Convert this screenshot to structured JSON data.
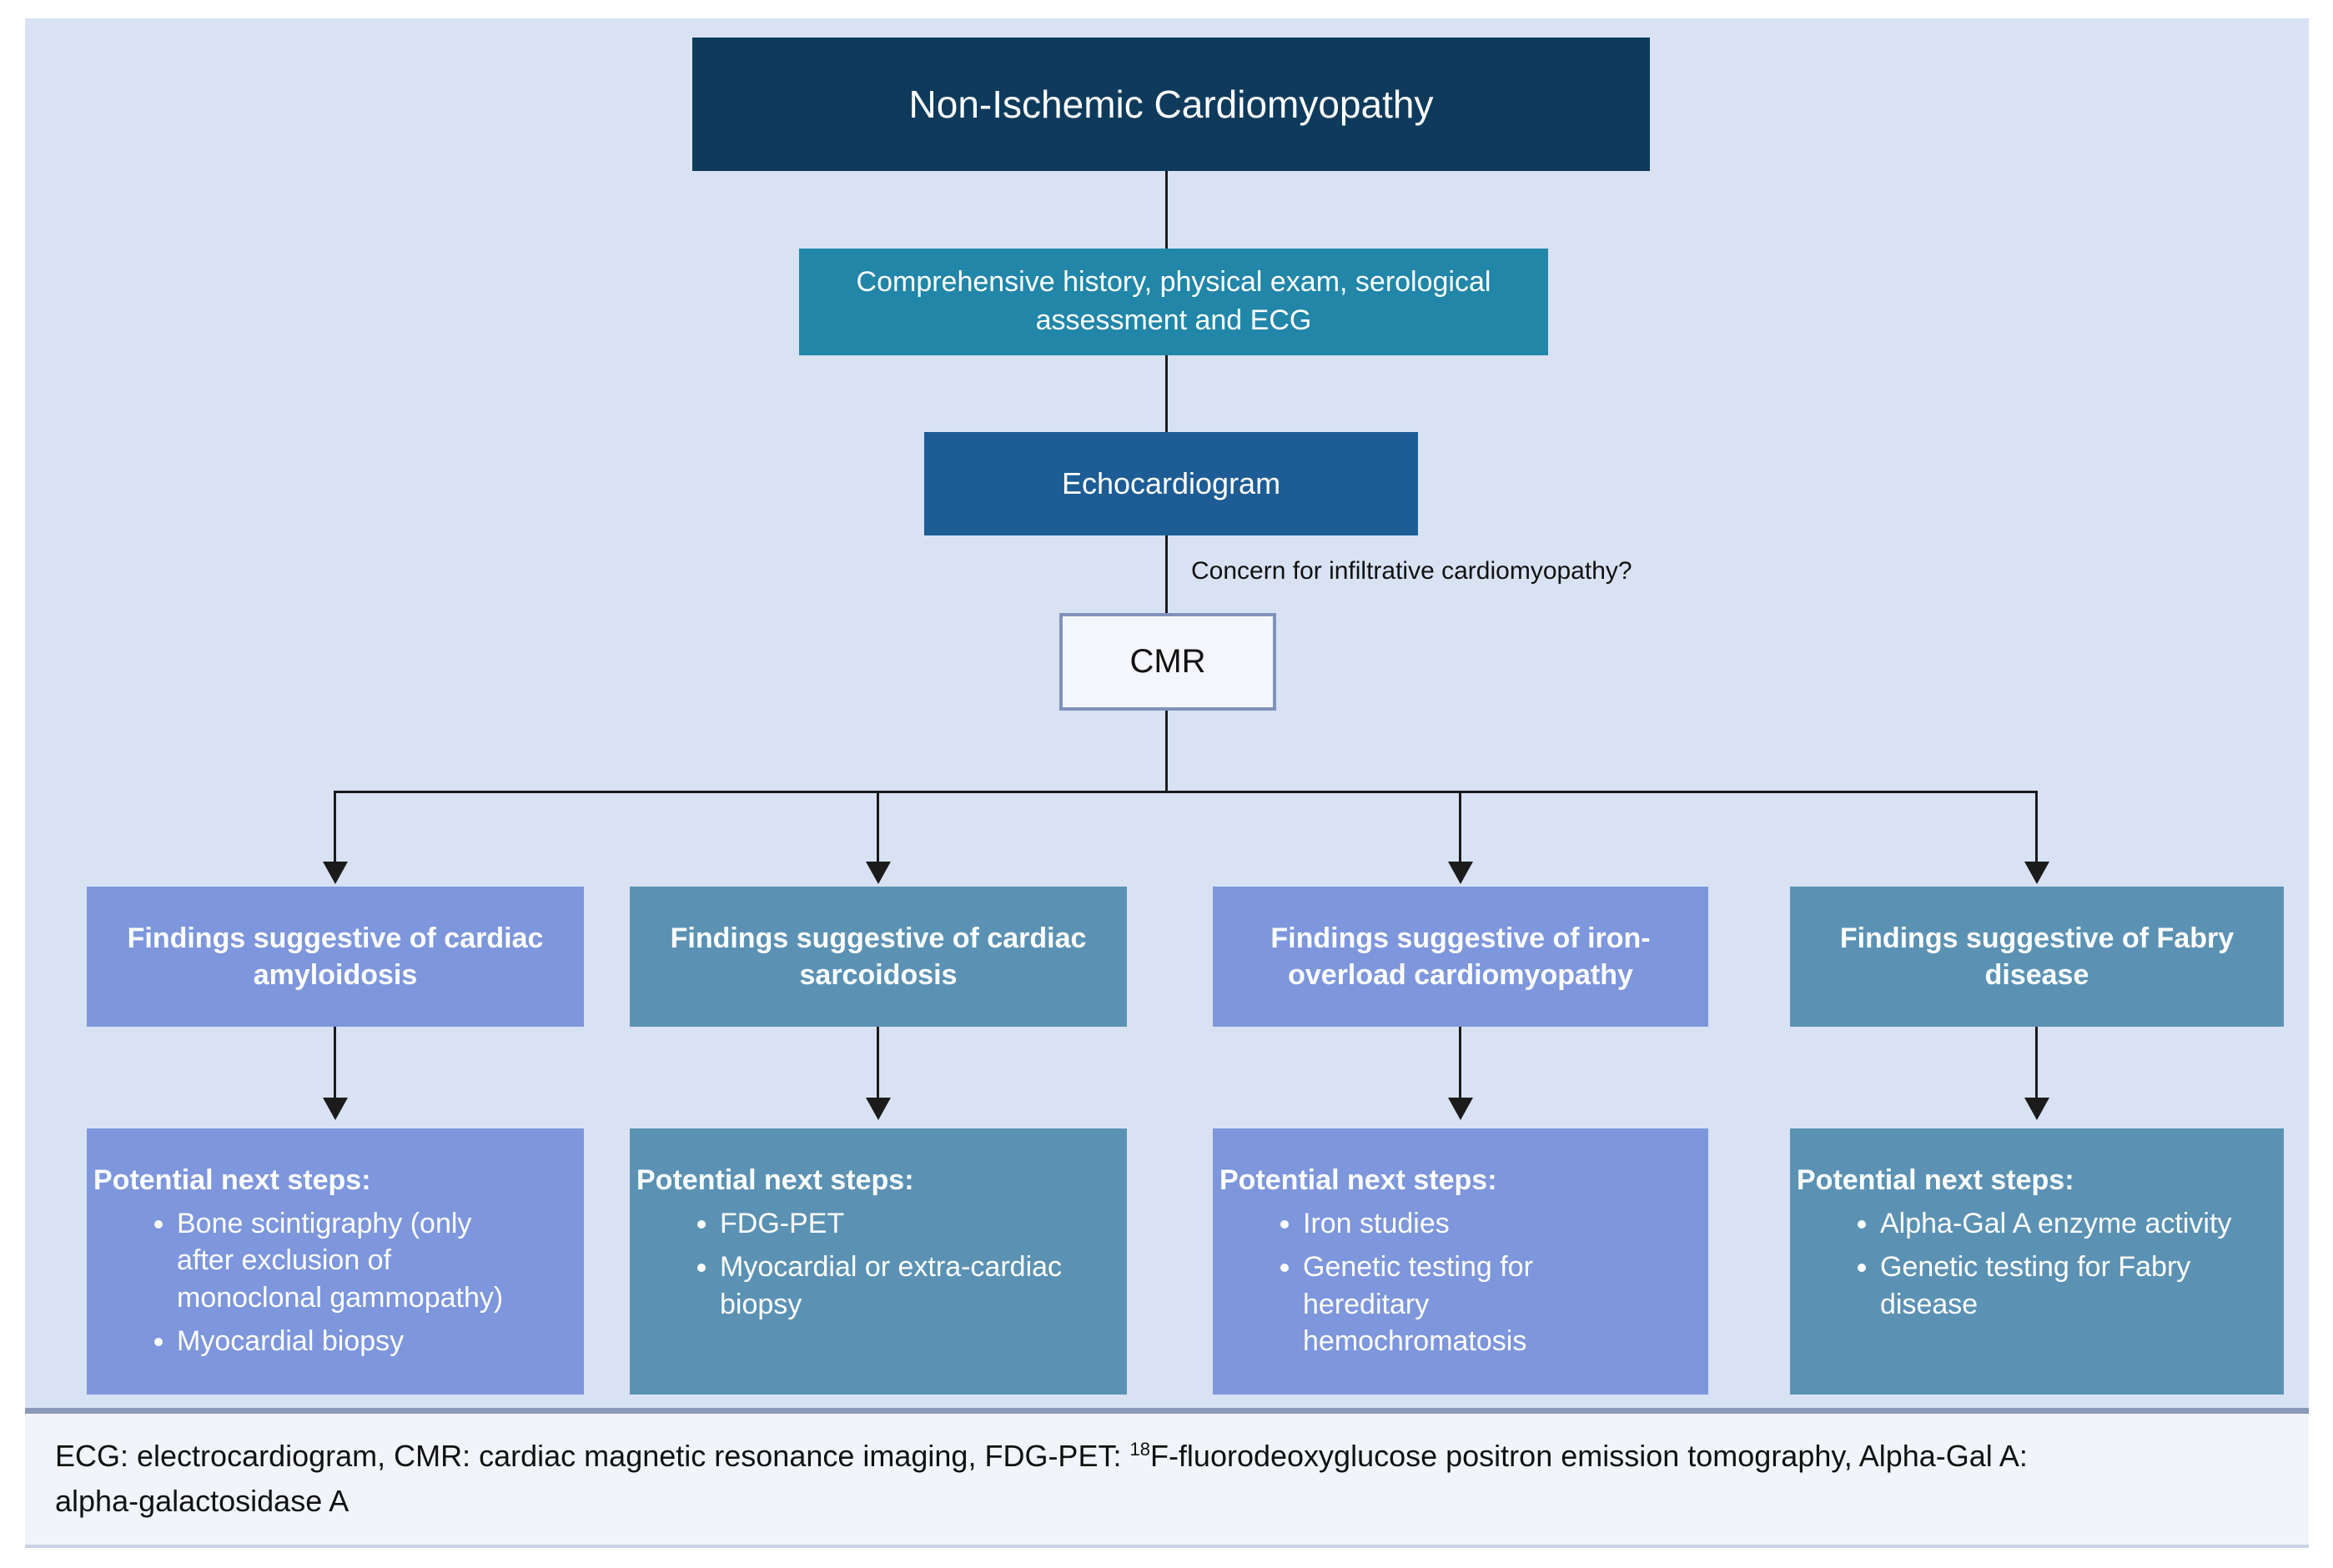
{
  "diagram": {
    "root": "Non-Ischemic Cardiomyopathy",
    "step1": "Comprehensive history, physical exam, serological assessment and ECG",
    "step2": "Echocardiogram",
    "decision_label": "Concern for infiltrative cardiomyopathy?",
    "decision_node": "CMR",
    "next_steps_label": "Potential next steps:",
    "branches": [
      {
        "heading": "Findings suggestive of cardiac amyloidosis",
        "steps": [
          "Bone scintigraphy (only after exclusion of monoclonal gammopathy)",
          "Myocardial biopsy"
        ]
      },
      {
        "heading": "Findings suggestive of cardiac sarcoidosis",
        "steps": [
          "FDG-PET",
          "Myocardial or extra-cardiac biopsy"
        ]
      },
      {
        "heading": "Findings suggestive of iron-overload cardiomyopathy",
        "steps": [
          "Iron studies",
          "Genetic testing for hereditary hemochromatosis"
        ]
      },
      {
        "heading": "Findings suggestive of Fabry disease",
        "steps": [
          "Alpha-Gal A enzyme activity",
          "Genetic testing for Fabry disease"
        ]
      }
    ],
    "footnote": {
      "line1_pre": "ECG: electrocardiogram, CMR: cardiac magnetic resonance imaging, FDG-PET: ",
      "line1_sup": "18",
      "line1_post": "F-fluorodeoxyglucose positron emission tomography, Alpha-Gal A:",
      "line2": "alpha-galactosidase A"
    }
  },
  "colors": {
    "panel_background": "#d8e2f3",
    "root_box": "#0e3a5c",
    "step1_box": "#2186a8",
    "step2_box": "#1d5c94",
    "cmr_box_background": "#f4f6fb",
    "cmr_box_border": "#8092bb",
    "branch_periwinkle": "#7d96dc",
    "branch_steel_blue": "#5b92b4",
    "footer_background": "#f1f4f9",
    "footer_divider": "#8a99b7",
    "connector": "#1b1b1b",
    "text_light": "#ffffff",
    "text_dark": "#111111"
  }
}
